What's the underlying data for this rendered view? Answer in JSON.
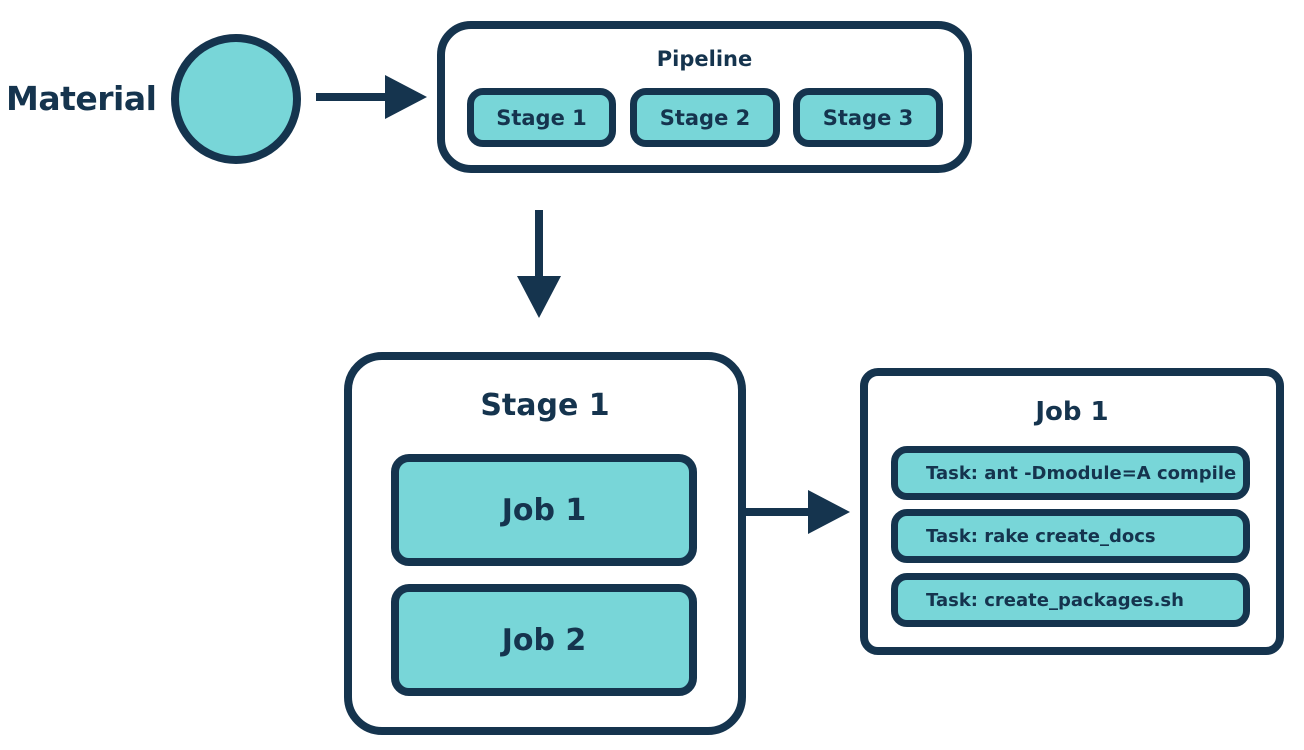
{
  "material": {
    "label": "Material"
  },
  "pipeline": {
    "title": "Pipeline",
    "stages": [
      "Stage 1",
      "Stage 2",
      "Stage 3"
    ]
  },
  "stage_detail": {
    "title": "Stage 1",
    "jobs": [
      "Job 1",
      "Job 2"
    ]
  },
  "job_detail": {
    "title": "Job 1",
    "tasks": [
      "Task: ant -Dmodule=A compile",
      "Task: rake create_docs",
      "Task: create_packages.sh"
    ]
  },
  "colors": {
    "outline": "#15344e",
    "fill": "#78d6d8",
    "background": "#ffffff"
  }
}
